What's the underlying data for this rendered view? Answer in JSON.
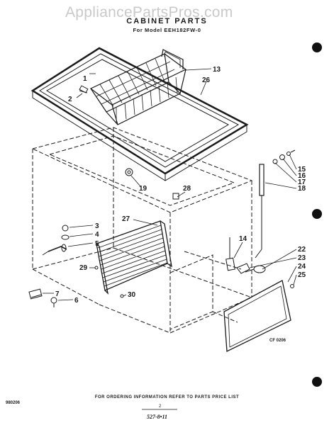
{
  "watermark": "AppliancePartsPros.com",
  "header": {
    "title": "CABINET PARTS",
    "subtitle": "For Model EEH182FW-0"
  },
  "figure_code": "CF 0206",
  "doc_code": "980206",
  "order_note": "FOR ORDERING INFORMATION REFER TO PARTS PRICE LIST",
  "page_number": "2",
  "sheet_code": "527-8•11",
  "callouts": [
    "1",
    "2",
    "3",
    "4",
    "5",
    "6",
    "7",
    "13",
    "14",
    "15",
    "16",
    "17",
    "18",
    "19",
    "22",
    "23",
    "24",
    "25",
    "26",
    "27",
    "28",
    "29",
    "30"
  ]
}
